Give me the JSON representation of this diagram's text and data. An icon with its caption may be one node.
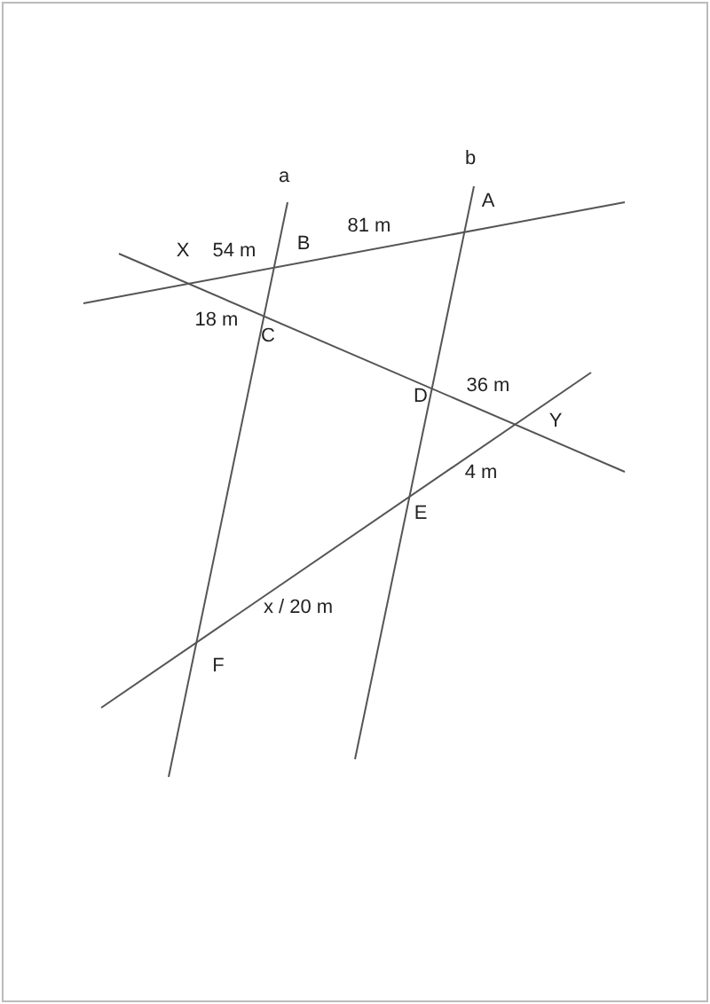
{
  "diagram": {
    "labels": [
      "b",
      "a",
      "A",
      "81 m",
      "B",
      "X",
      "54 m",
      "18 m",
      "C",
      "36 m",
      "D",
      "Y",
      "4 m",
      "E",
      "x / 20 m",
      "F"
    ]
  }
}
